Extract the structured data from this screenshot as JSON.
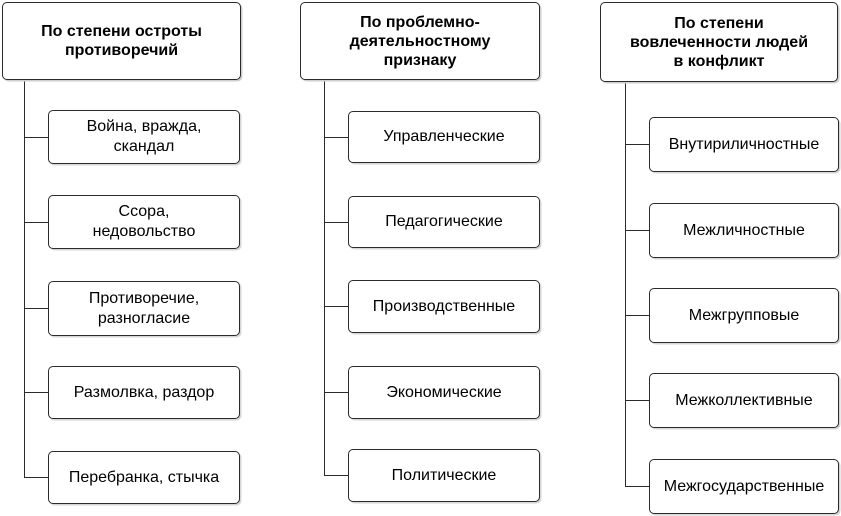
{
  "columns": [
    {
      "header": "По степени остроты\nпротиворечий",
      "items": [
        "Война, вражда,\nскандал",
        "Ссора,\nнедовольство",
        "Противоречие,\nразногласие",
        "Размолвка, раздор",
        "Перебранка, стычка"
      ]
    },
    {
      "header": "По проблемно-\nдеятельностному\nпризнаку",
      "items": [
        "Управленческие",
        "Педагогические",
        "Производственные",
        "Экономические",
        "Политические"
      ]
    },
    {
      "header": "По степени\nвовлеченности людей\nв конфликт",
      "items": [
        "Внутириличностные",
        "Межличностные",
        "Межгрупповые",
        "Межколлективные",
        "Межгосударственные"
      ]
    }
  ]
}
